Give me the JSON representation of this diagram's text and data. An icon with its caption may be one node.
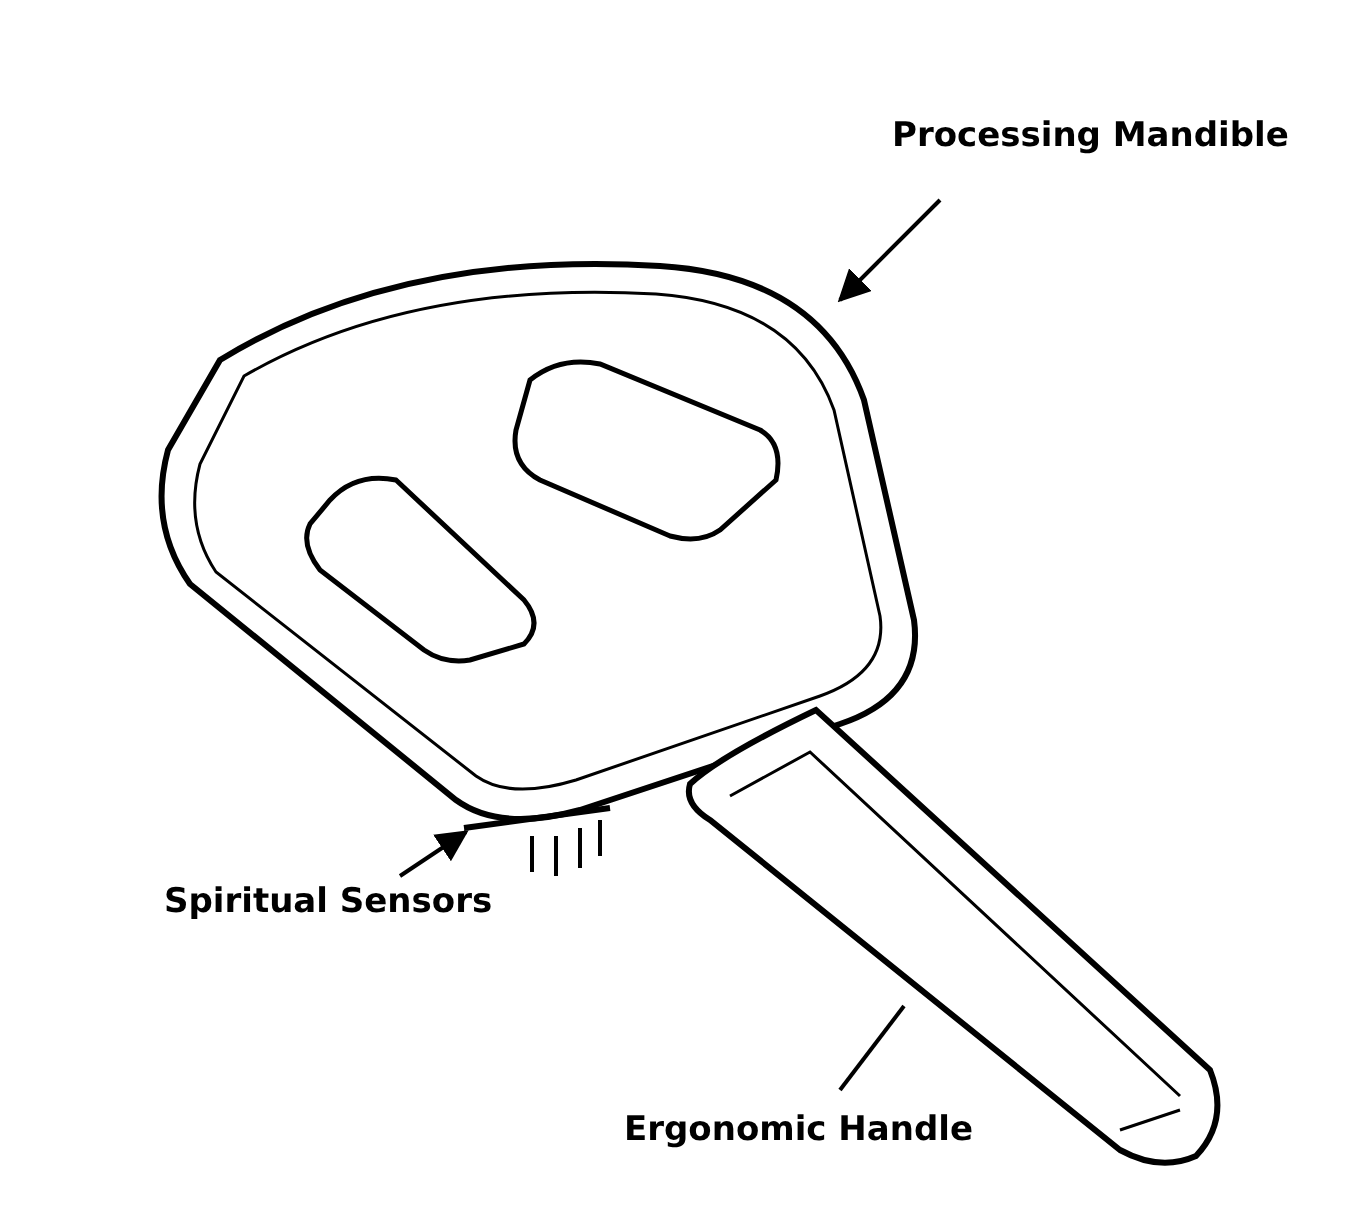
{
  "diagram": {
    "nodes": [
      {
        "text": [
          "Processing Mandible"
        ]
      },
      {
        "text": [],
        "shape": "picture"
      },
      {
        "text": [
          "Spiritual Sensors"
        ]
      },
      {
        "text": [],
        "shape": "picture"
      },
      {
        "text": [],
        "shape": "picture"
      },
      {
        "text": [
          "Ergonomic Handle"
        ]
      }
    ],
    "edges": [
      {
        "from": 0,
        "to": 1,
        "arrow": "to"
      },
      {
        "from": 2,
        "to": 3,
        "arrow": "to"
      },
      {
        "from": 5,
        "to": 4,
        "arrow": "none"
      }
    ]
  }
}
